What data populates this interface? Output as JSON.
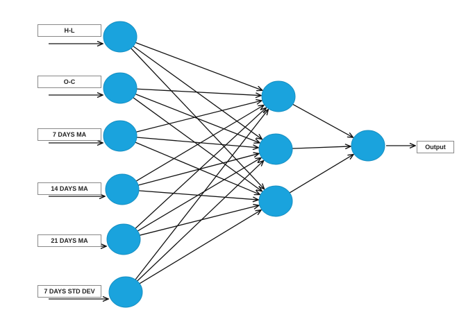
{
  "diagram": {
    "type": "neural-network",
    "node_color": "#1aa3dd",
    "edge_color": "#111111",
    "inputs": [
      {
        "label": "H-L"
      },
      {
        "label": "O-C"
      },
      {
        "label": "7 DAYS MA"
      },
      {
        "label": "14 DAYS MA"
      },
      {
        "label": "21 DAYS MA"
      },
      {
        "label": "7 DAYS STD DEV"
      }
    ],
    "hidden_count": 3,
    "output": {
      "label": "Output"
    }
  }
}
